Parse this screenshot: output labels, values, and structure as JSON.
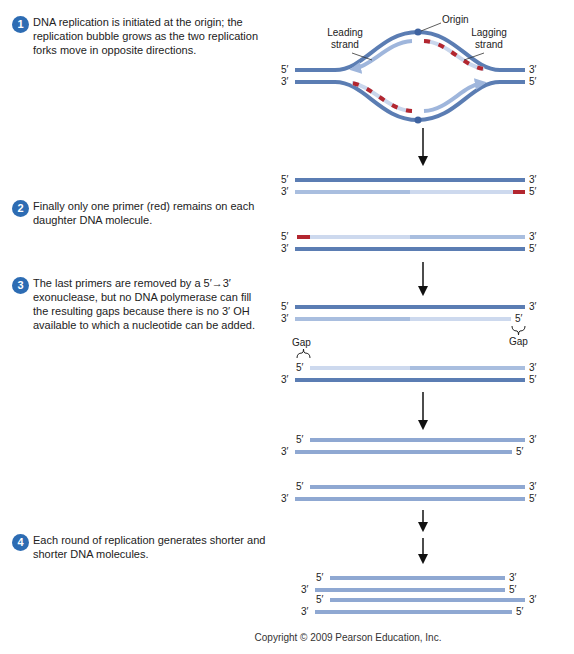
{
  "diagram": {
    "nodes": [
      {
        "text": [
          "1"
        ]
      },
      {
        "text": [
          "2"
        ]
      },
      {
        "text": [
          "3"
        ]
      },
      {
        "text": [
          "4"
        ]
      }
    ],
    "labels": [
      "DNA replication is initiated at the origin; the replication bubble grows as the two replication forks move in opposite directions.",
      "Origin",
      "Leading strand",
      "Lagging strand",
      "5′",
      "3′",
      "3′",
      "5′",
      "Finally only one primer (red) remains on each daughter DNA molecule.",
      "5′",
      "3′",
      "3′",
      "5′",
      "5′",
      "3′",
      "3′",
      "5′",
      "The last primers are removed by a 5′→3′ exonuclease, but no DNA polymerase can fill the resulting gaps because there is no 3′ OH available to which a nucleotide can be added.",
      "5′",
      "3′",
      "3′",
      "5′",
      "Gap",
      "Gap",
      "5′",
      "3′",
      "3′",
      "5′",
      "5′",
      "3′",
      "3′",
      "5′",
      "5′",
      "3′",
      "3′",
      "5′",
      "Each round of replication generates shorter and shorter DNA molecules.",
      "5′",
      "3′",
      "3′",
      "5′",
      "5′",
      "3′",
      "3′",
      "5′",
      "Copyright © 2009 Pearson Education, Inc."
    ]
  }
}
